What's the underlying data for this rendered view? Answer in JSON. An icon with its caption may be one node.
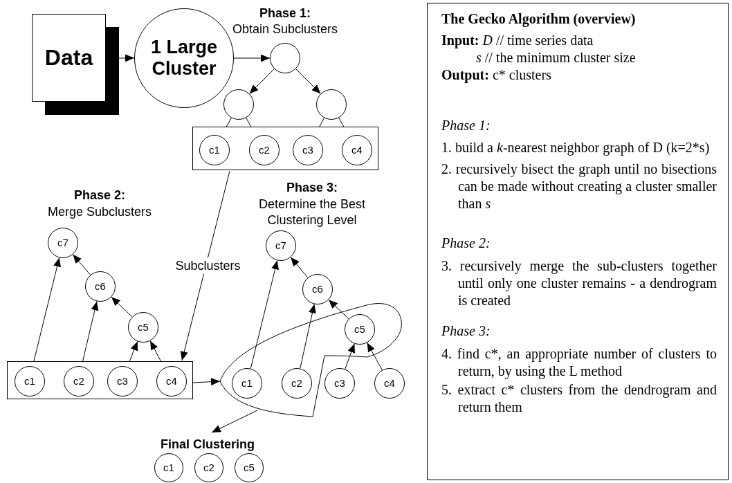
{
  "diagram": {
    "nodes": [
      {
        "text": [
          "Data"
        ]
      },
      {
        "text": [
          "1 Large Cluster"
        ]
      },
      {
        "text": [],
        "shape": "circle"
      },
      {
        "text": [],
        "shape": "circle"
      },
      {
        "text": [],
        "shape": "circle"
      },
      {
        "text": [],
        "shape": "box"
      },
      {
        "text": [
          "c1"
        ],
        "in": 5
      },
      {
        "text": [
          "c2"
        ],
        "in": 5
      },
      {
        "text": [
          "c3"
        ],
        "in": 5
      },
      {
        "text": [
          "c4"
        ],
        "in": 5
      },
      {
        "text": [],
        "shape": "box"
      },
      {
        "text": [
          "c1"
        ],
        "in": 10
      },
      {
        "text": [
          "c2"
        ],
        "in": 10
      },
      {
        "text": [
          "c3"
        ],
        "in": 10
      },
      {
        "text": [
          "c4"
        ],
        "in": 10
      },
      {
        "text": [
          "c5"
        ]
      },
      {
        "text": [
          "c6"
        ]
      },
      {
        "text": [
          "c7"
        ]
      },
      {
        "text": [],
        "shape": "outline"
      },
      {
        "text": [
          "c7"
        ]
      },
      {
        "text": [
          "c6"
        ]
      },
      {
        "text": [
          "c5"
        ],
        "in": 18
      },
      {
        "text": [
          "c1"
        ],
        "in": 18
      },
      {
        "text": [
          "c2"
        ],
        "in": 18
      },
      {
        "text": [
          "c3"
        ]
      },
      {
        "text": [
          "c4"
        ]
      },
      {
        "text": [
          "Final Clustering"
        ]
      },
      {
        "text": [
          "c1"
        ]
      },
      {
        "text": [
          "c2"
        ]
      },
      {
        "text": [
          "c5"
        ]
      },
      {
        "text": [
          "The Gecko Algorithm (overview)",
          "**Input:** *D* // time series data",
          "*s* // the minimum cluster size",
          "**Output:** c* clusters",
          "Phase 1:",
          "1. build a *k*-nearest neighbor graph of D (k=2*s)",
          "2. recursively bisect the graph until no bisections can be made without creating a cluster smaller than *s*",
          "Phase 2:",
          "3. recursively merge the sub-clusters together until only one cluster remains - a dendrogram is created",
          "Phase 3:",
          "4. find c*, an appropriate number of clusters to return, by using the L method",
          "5. extract c* clusters from the dendrogram and return them"
        ]
      }
    ],
    "edges": [
      {
        "from": 0,
        "to": 1,
        "arrow": "to"
      },
      {
        "from": 1,
        "to": 2,
        "arrow": "to"
      },
      {
        "from": 2,
        "to": 3,
        "arrow": "to"
      },
      {
        "from": 2,
        "to": 4,
        "arrow": "to"
      },
      {
        "from": 3,
        "to": 6,
        "arrow": "to"
      },
      {
        "from": 3,
        "to": 7,
        "arrow": "to"
      },
      {
        "from": 4,
        "to": 8,
        "arrow": "to"
      },
      {
        "from": 4,
        "to": 9,
        "arrow": "to"
      },
      {
        "from": 5,
        "to": 10,
        "arrow": "to",
        "label": "Subclusters"
      },
      {
        "from": 11,
        "to": 17,
        "arrow": "to"
      },
      {
        "from": 12,
        "to": 16,
        "arrow": "to"
      },
      {
        "from": 13,
        "to": 15,
        "arrow": "to"
      },
      {
        "from": 14,
        "to": 15,
        "arrow": "to"
      },
      {
        "from": 15,
        "to": 16,
        "arrow": "to"
      },
      {
        "from": 16,
        "to": 17,
        "arrow": "to"
      },
      {
        "from": 10,
        "to": 18,
        "arrow": "to"
      },
      {
        "from": 22,
        "to": 19,
        "arrow": "to"
      },
      {
        "from": 23,
        "to": 20,
        "arrow": "to"
      },
      {
        "from": 24,
        "to": 21,
        "arrow": "to"
      },
      {
        "from": 25,
        "to": 21,
        "arrow": "to"
      },
      {
        "from": 21,
        "to": 20,
        "arrow": "to"
      },
      {
        "from": 20,
        "to": 19,
        "arrow": "to"
      },
      {
        "from": 18,
        "to": 26,
        "arrow": "to"
      }
    ],
    "labels": [
      "Phase 1:",
      "Obtain Subclusters",
      "Phase 2:",
      "Merge Subclusters",
      "Phase 3:",
      "Determine the Best Clustering Level"
    ]
  }
}
